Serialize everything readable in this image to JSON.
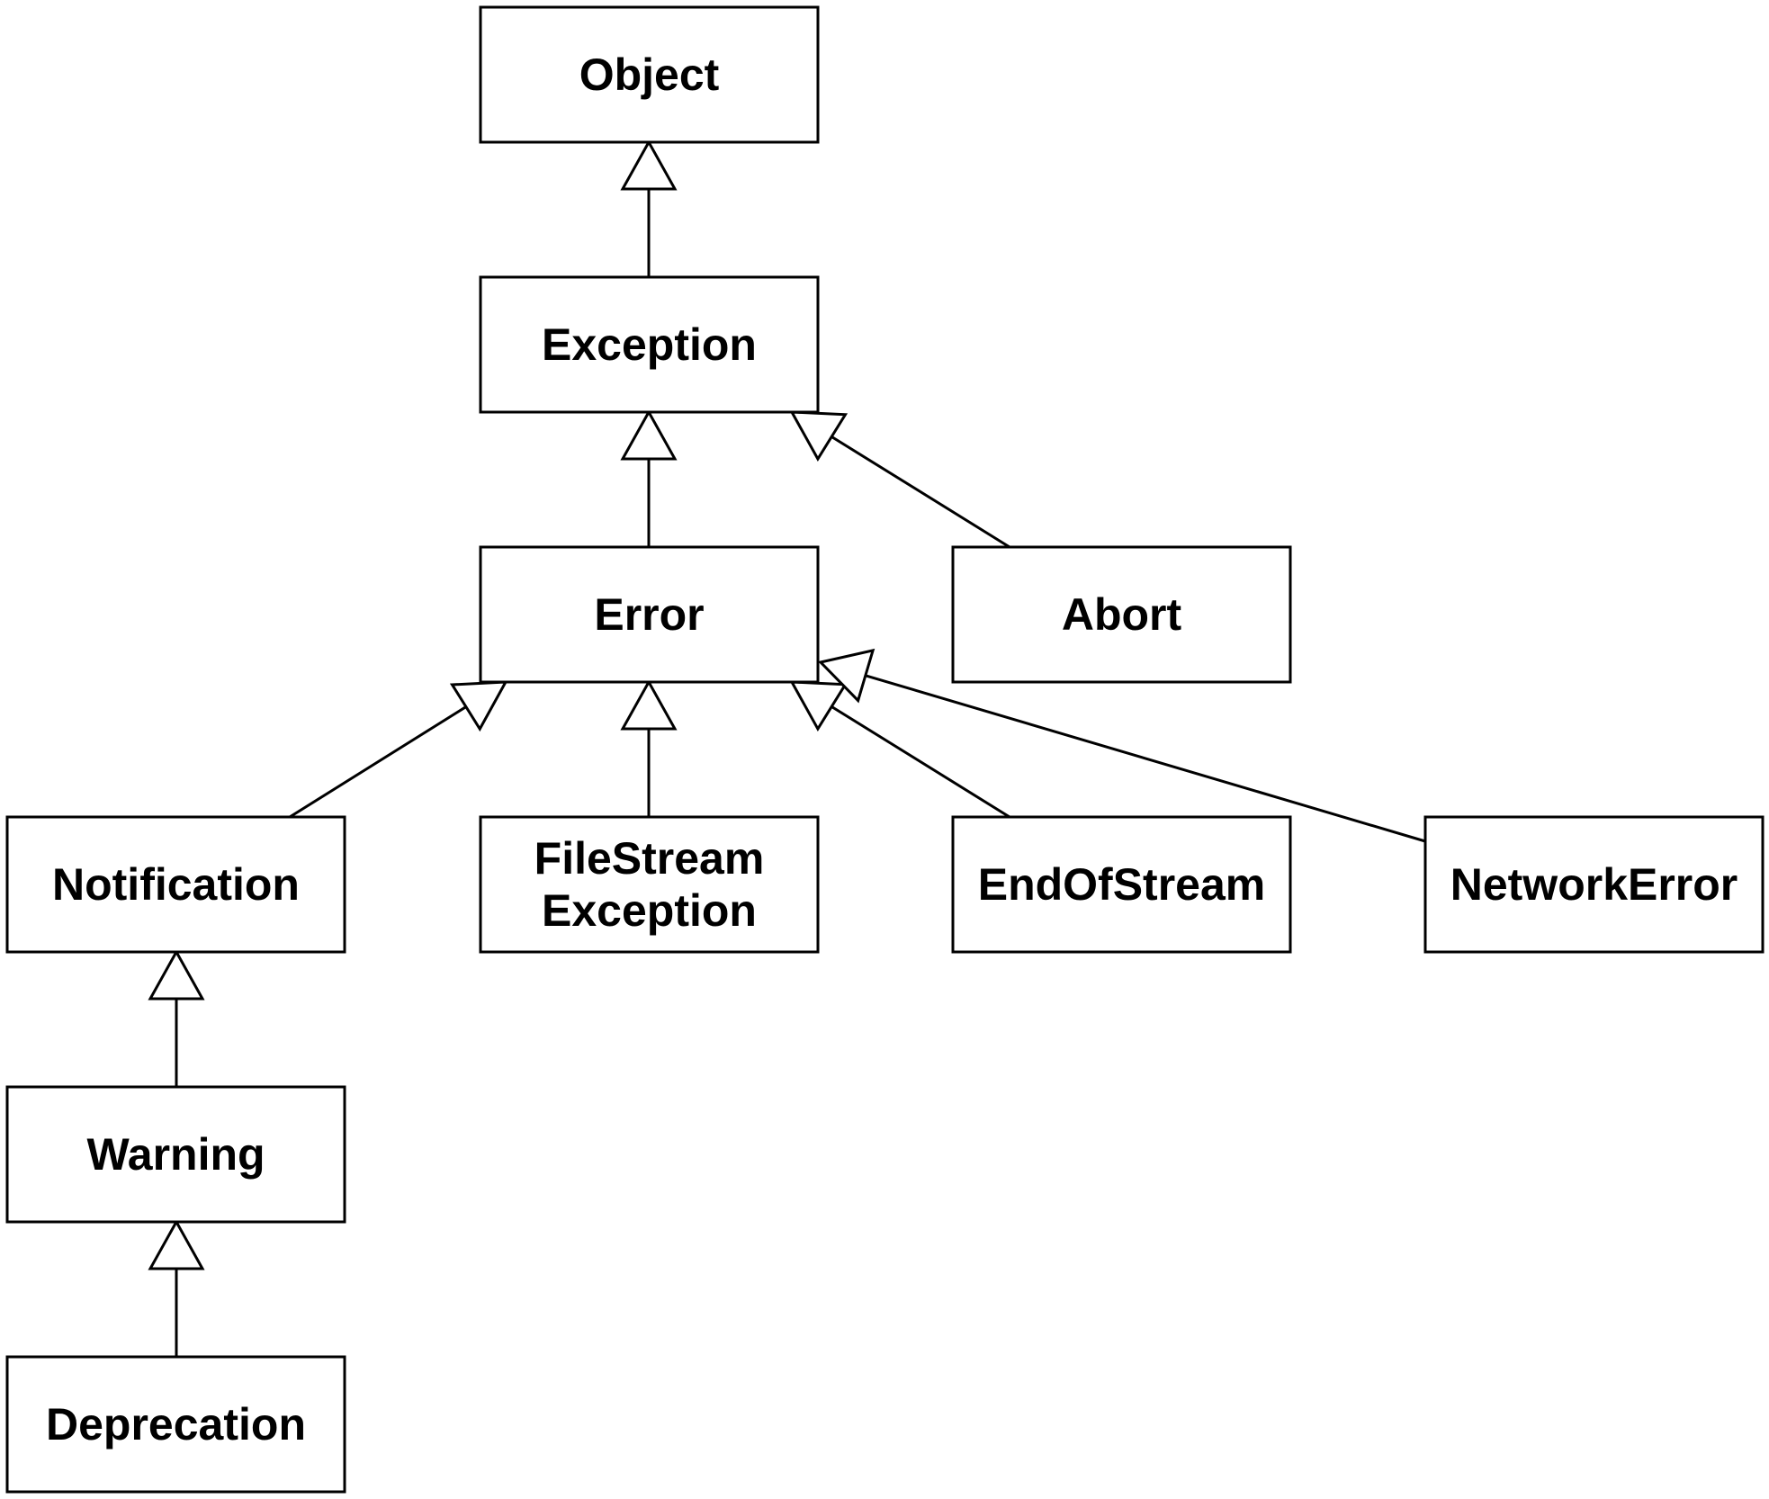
{
  "diagram": {
    "nodes": [
      {
        "id": "object",
        "label": "Object"
      },
      {
        "id": "exception",
        "label": "Exception"
      },
      {
        "id": "error",
        "label": "Error"
      },
      {
        "id": "abort",
        "label": "Abort"
      },
      {
        "id": "notification",
        "label": "Notification"
      },
      {
        "id": "filestream-exception",
        "label": "FileStream\nException"
      },
      {
        "id": "endofstream",
        "label": "EndOfStream"
      },
      {
        "id": "networkerror",
        "label": "NetworkError"
      },
      {
        "id": "warning",
        "label": "Warning"
      },
      {
        "id": "deprecation",
        "label": "Deprecation"
      }
    ],
    "edges": [
      {
        "from": "exception",
        "to": "object"
      },
      {
        "from": "error",
        "to": "exception"
      },
      {
        "from": "abort",
        "to": "exception"
      },
      {
        "from": "notification",
        "to": "error"
      },
      {
        "from": "filestream-exception",
        "to": "error"
      },
      {
        "from": "endofstream",
        "to": "error"
      },
      {
        "from": "networkerror",
        "to": "error"
      },
      {
        "from": "warning",
        "to": "notification"
      },
      {
        "from": "deprecation",
        "to": "warning"
      }
    ]
  }
}
